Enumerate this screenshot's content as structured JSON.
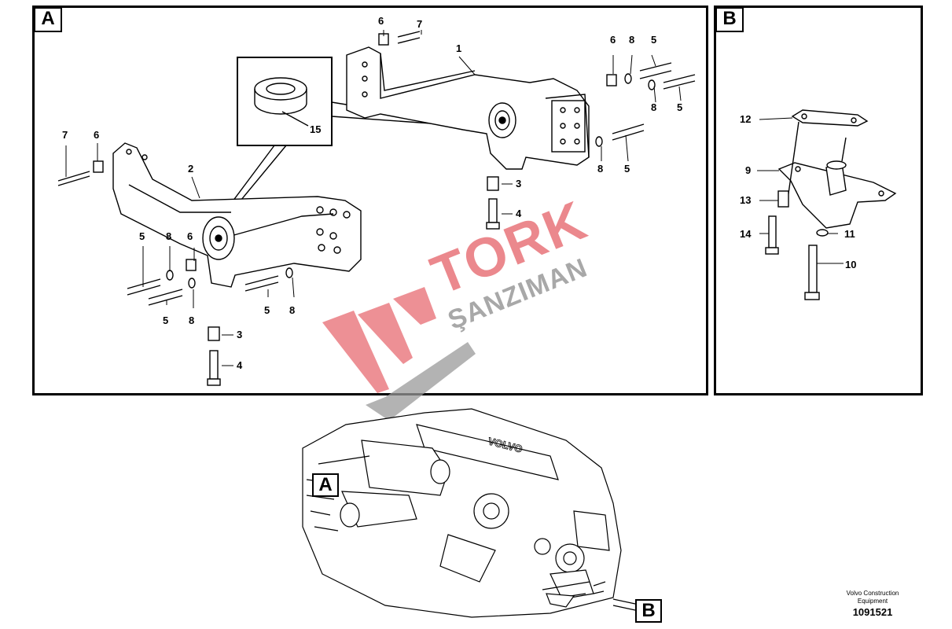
{
  "panels": {
    "a": {
      "label": "A"
    },
    "b": {
      "label": "B"
    }
  },
  "callouts": {
    "a": "A",
    "b": "B"
  },
  "panel_a_labels": {
    "n1": "1",
    "n2": "2",
    "n15": "15",
    "n6_top": "6",
    "n7_top": "7",
    "n6_r": "6",
    "n8_r": "8",
    "n5_r": "5",
    "n8_r2": "8",
    "n5_r2": "5",
    "n8_r3": "8",
    "n5_r3": "5",
    "n3_r": "3",
    "n4_r": "4",
    "n7_l": "7",
    "n6_l": "6",
    "n5_l": "5",
    "n8_l": "8",
    "n6_l2": "6",
    "n5_l2": "5",
    "n8_l2": "8",
    "n5_l3": "5",
    "n8_l3": "8",
    "n3_l": "3",
    "n4_l": "4"
  },
  "panel_b_labels": {
    "n12": "12",
    "n9": "9",
    "n13": "13",
    "n14": "14",
    "n11": "11",
    "n10": "10"
  },
  "engine_brand": "VOLVO",
  "watermark": {
    "word1": "TORK",
    "word2": "ŞANZIMAN",
    "color": "#e8747a",
    "gray": "#9a9a9a"
  },
  "footer": {
    "company_line1": "Volvo Construction",
    "company_line2": "Equipment",
    "drawing_number": "1091521"
  }
}
